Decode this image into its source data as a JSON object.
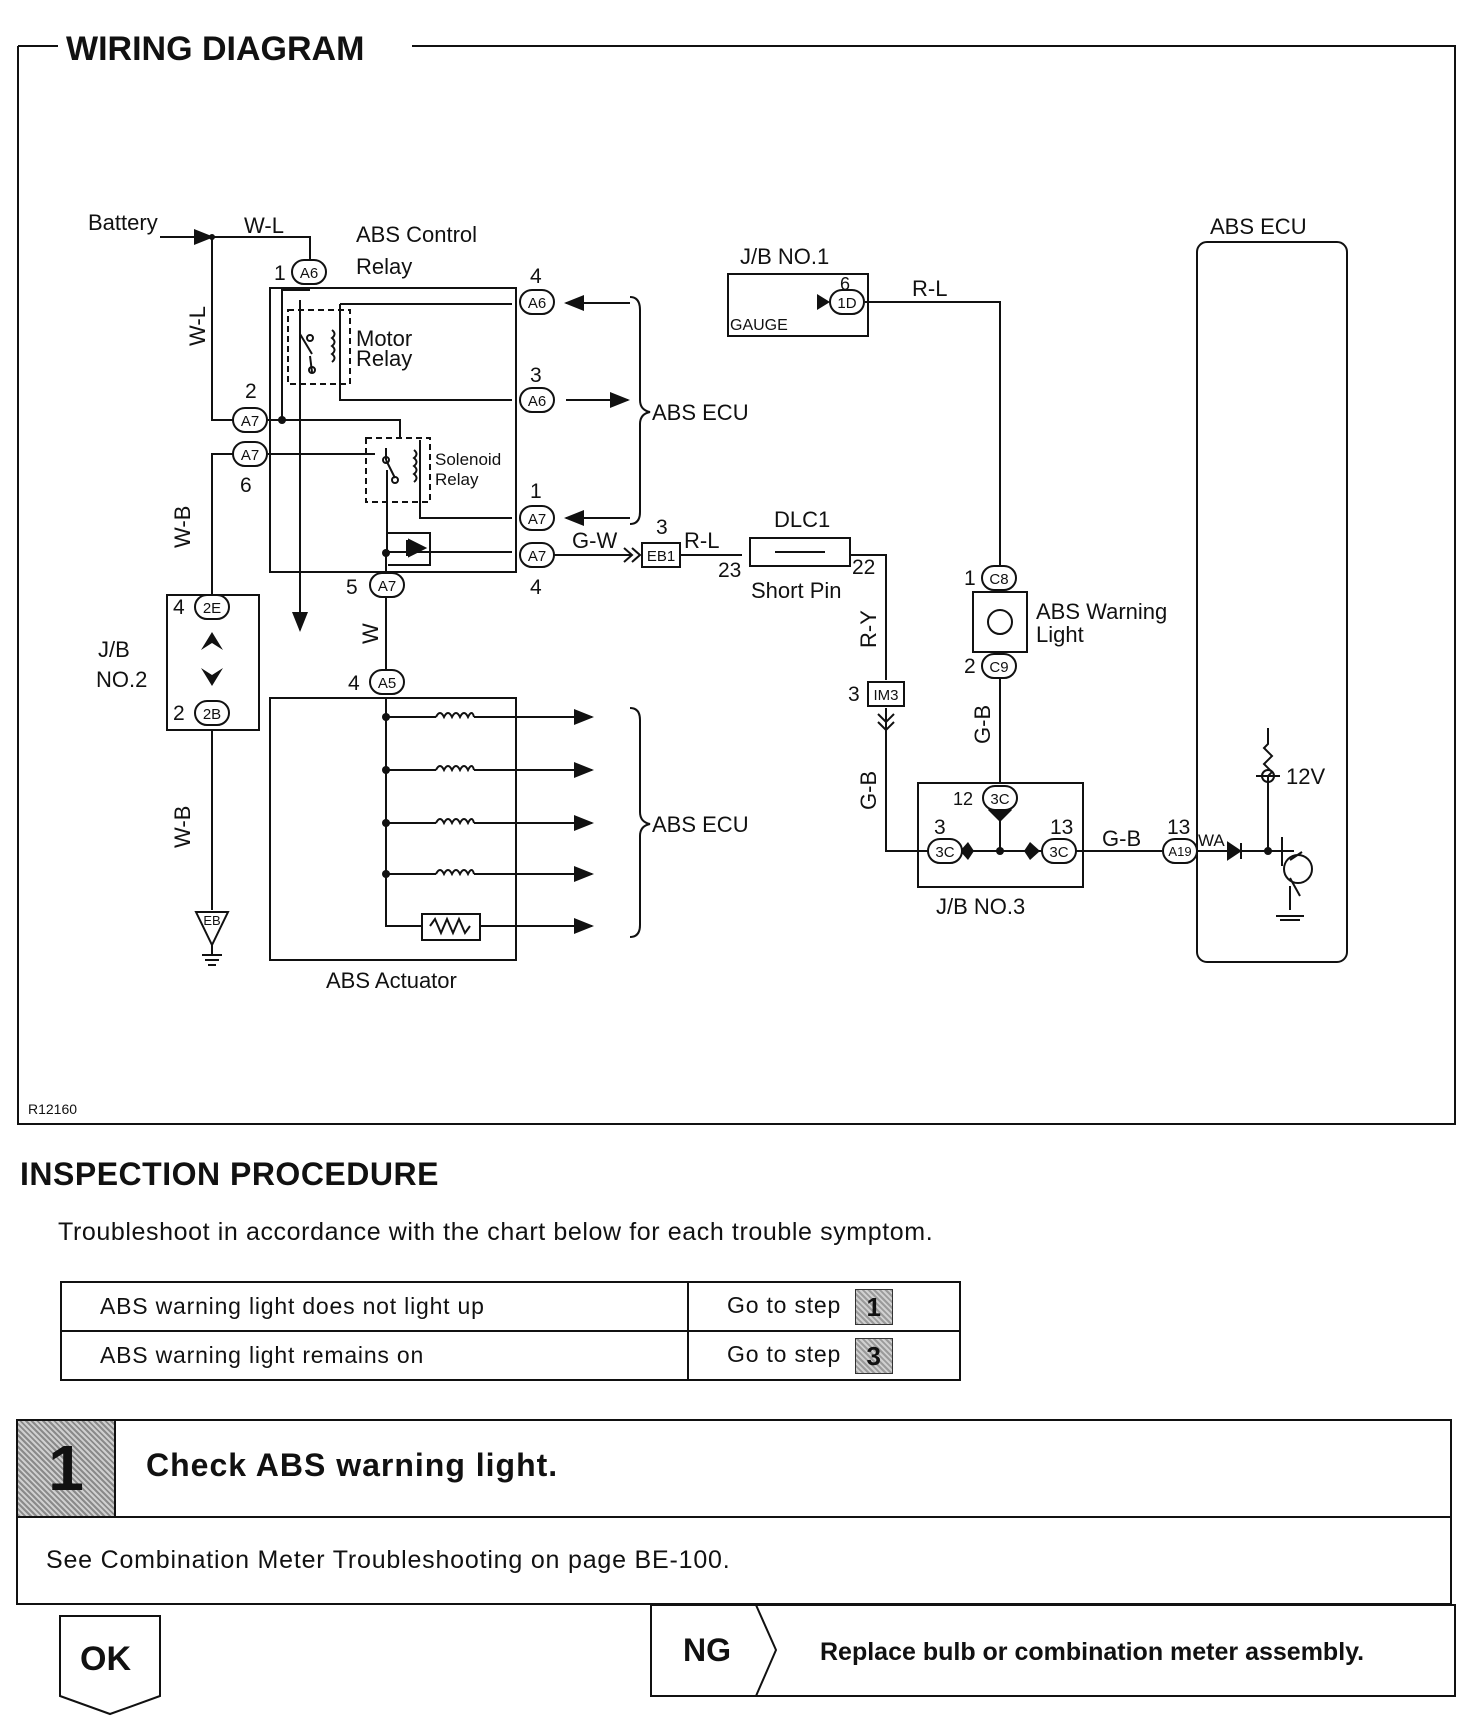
{
  "diagram": {
    "title": "WIRING DIAGRAM",
    "figure_code": "R12160",
    "labels": {
      "battery": "Battery",
      "abs_control_relay": "ABS  Control",
      "relay_word": "Relay",
      "motor": "Motor",
      "motor_relay": "Relay",
      "solenoid": "Solenoid",
      "solenoid_relay": "Relay",
      "jb_no1": "J/B  NO.1",
      "gauge": "GAUGE",
      "abs_ecu_right": "ABS   ECU",
      "abs_ecu_group1": "ABS   ECU",
      "abs_ecu_group2": "ABS   ECU",
      "dlc1": "DLC1",
      "short_pin": "Short   Pin",
      "abs_warning": "ABS  Warning",
      "light": "Light",
      "jb": "J/B",
      "no2": "NO.2",
      "jb_no3": "J/B   NO.3",
      "abs_actuator": "ABS   Actuator",
      "twelve_v": "12V",
      "wa": "WA"
    },
    "wires": {
      "w_l_top": "W-L",
      "w_l_left": "W-L",
      "w_b_1": "W-B",
      "w_b_2": "W-B",
      "g_w": "G-W",
      "r_l_1": "R-L",
      "r_l_2": "R-L",
      "r_y": "R-Y",
      "g_b_1": "G-B",
      "g_b_2": "G-B",
      "g_b_3": "G-B",
      "w": "W"
    },
    "connectors": {
      "a6_1": "A6",
      "a6_4": "A6",
      "a6_3": "A6",
      "a7_2": "A7",
      "a7_6": "A7",
      "a7_1": "A7",
      "a7_4": "A7",
      "a7_5": "A7",
      "a5_4": "A5",
      "e2": "2E",
      "b2": "2B",
      "d1": "1D",
      "eb1": "EB1",
      "c8": "C8",
      "c9": "C9",
      "im3": "IM3",
      "c3_12": "3C",
      "c3_3": "3C",
      "c3_13": "3C",
      "a19": "A19",
      "eb": "EB"
    },
    "pins": {
      "p_a6_1": "1",
      "p_a6_4": "4",
      "p_a6_3": "3",
      "p_a7_2": "2",
      "p_a7_6": "6",
      "p_a7_1": "1",
      "p_a7_4": "4",
      "p_a7_5": "5",
      "p_a5": "4",
      "p_2e": "4",
      "p_2b": "2",
      "p_1d": "6",
      "p_eb1": "3",
      "p_dlc_23": "23",
      "p_dlc_22": "22",
      "p_c8": "1",
      "p_c9": "2",
      "p_im3": "3",
      "p_3c_12": "12",
      "p_3c_3": "3",
      "p_3c_13": "13",
      "p_a19": "13"
    }
  },
  "inspection": {
    "title": "INSPECTION PROCEDURE",
    "intro": "Troubleshoot in accordance with the chart below for each trouble symptom.",
    "rows": [
      {
        "symptom": "ABS warning light does not light up",
        "action": "Go to step",
        "step": "1"
      },
      {
        "symptom": "ABS warning light remains on",
        "action": "Go to step",
        "step": "3"
      }
    ]
  },
  "step1": {
    "number": "1",
    "title": "Check ABS warning light.",
    "body": "See Combination Meter Troubleshooting on page BE-100.",
    "ok_label": "OK",
    "ng_label": "NG",
    "ng_action": "Replace bulb or combination meter assembly."
  }
}
